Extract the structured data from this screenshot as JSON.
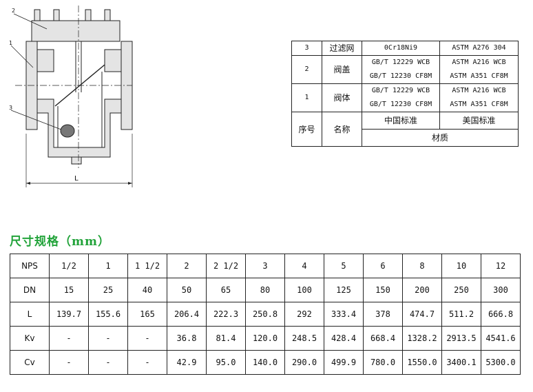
{
  "drawing": {
    "callouts": [
      "1",
      "2",
      "3"
    ],
    "dimension_label": "L"
  },
  "materials": {
    "rows": [
      {
        "no": "3",
        "name": "过滤网",
        "cn": [
          "0Cr18Ni9"
        ],
        "us": [
          "ASTM A276 304"
        ]
      },
      {
        "no": "2",
        "name": "阀盖",
        "cn": [
          "GB/T 12229 WCB",
          "GB/T 12230  CF8M"
        ],
        "us": [
          "ASTM A216 WCB",
          "ASTM A351 CF8M"
        ]
      },
      {
        "no": "1",
        "name": "阀体",
        "cn": [
          "GB/T 12229 WCB",
          "GB/T 12230  CF8M"
        ],
        "us": [
          "ASTM A216 WCB",
          "ASTM A351 CF8M"
        ]
      }
    ],
    "header": {
      "no": "序号",
      "name": "名称",
      "cn_std": "中国标准",
      "us_std": "美国标准",
      "material": "材质"
    }
  },
  "section_title": "尺寸规格（mm）",
  "dimensions": {
    "rows": [
      {
        "label": "NPS",
        "values": [
          "1/2",
          "1",
          "1 1/2",
          "2",
          "2 1/2",
          "3",
          "4",
          "5",
          "6",
          "8",
          "10",
          "12"
        ]
      },
      {
        "label": "DN",
        "values": [
          "15",
          "25",
          "40",
          "50",
          "65",
          "80",
          "100",
          "125",
          "150",
          "200",
          "250",
          "300"
        ]
      },
      {
        "label": "L",
        "values": [
          "139.7",
          "155.6",
          "165",
          "206.4",
          "222.3",
          "250.8",
          "292",
          "333.4",
          "378",
          "474.7",
          "511.2",
          "666.8"
        ]
      },
      {
        "label": "Kv",
        "values": [
          "-",
          "-",
          "-",
          "36.8",
          "81.4",
          "120.0",
          "248.5",
          "428.4",
          "668.4",
          "1328.2",
          "2913.5",
          "4541.6"
        ]
      },
      {
        "label": "Cv",
        "values": [
          "-",
          "-",
          "-",
          "42.9",
          "95.0",
          "140.0",
          "290.0",
          "499.9",
          "780.0",
          "1550.0",
          "3400.1",
          "5300.0"
        ]
      }
    ]
  },
  "colors": {
    "title": "#22a33a",
    "drawing_fill": "#e4e4e4",
    "line": "#222222"
  }
}
